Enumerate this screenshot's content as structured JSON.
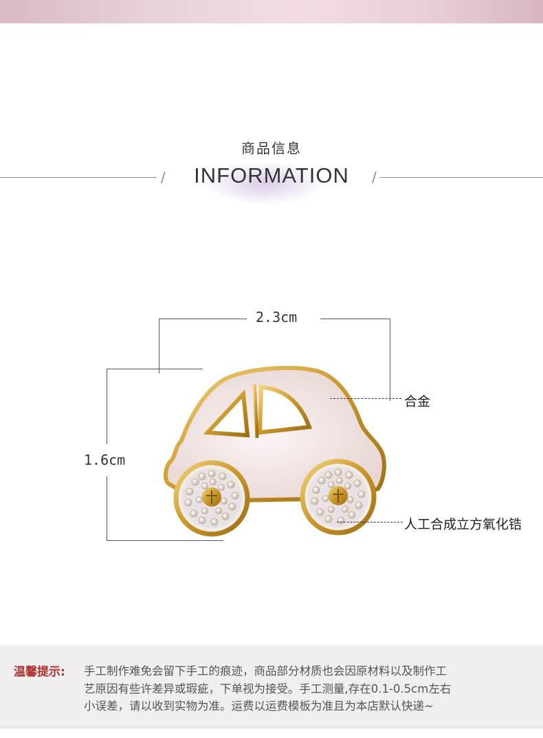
{
  "header": {
    "title_cn": "商品信息",
    "title_en": "INFORMATION"
  },
  "product": {
    "name": "car-brooch",
    "width_label": "2.3cm",
    "height_label": "1.6cm",
    "callouts": [
      {
        "label": "合金"
      },
      {
        "label": "人工合成立方氧化锆"
      }
    ],
    "colors": {
      "gold": "#d4a93a",
      "shell": "#f3ece8",
      "crystal": "#e8e3ea"
    }
  },
  "footer": {
    "tip_label": "温馨提示:",
    "lines": [
      "手工制作难免会留下手工的痕迹，商品部分材质也会因原材料以及制作工",
      "艺原因有些许差异或瑕疵，下单视为接受。手工测量,存在0.1-0.5cm左右",
      "小误差，请以收到实物为准。运费以运费模板为准且为本店默认快递~"
    ]
  }
}
